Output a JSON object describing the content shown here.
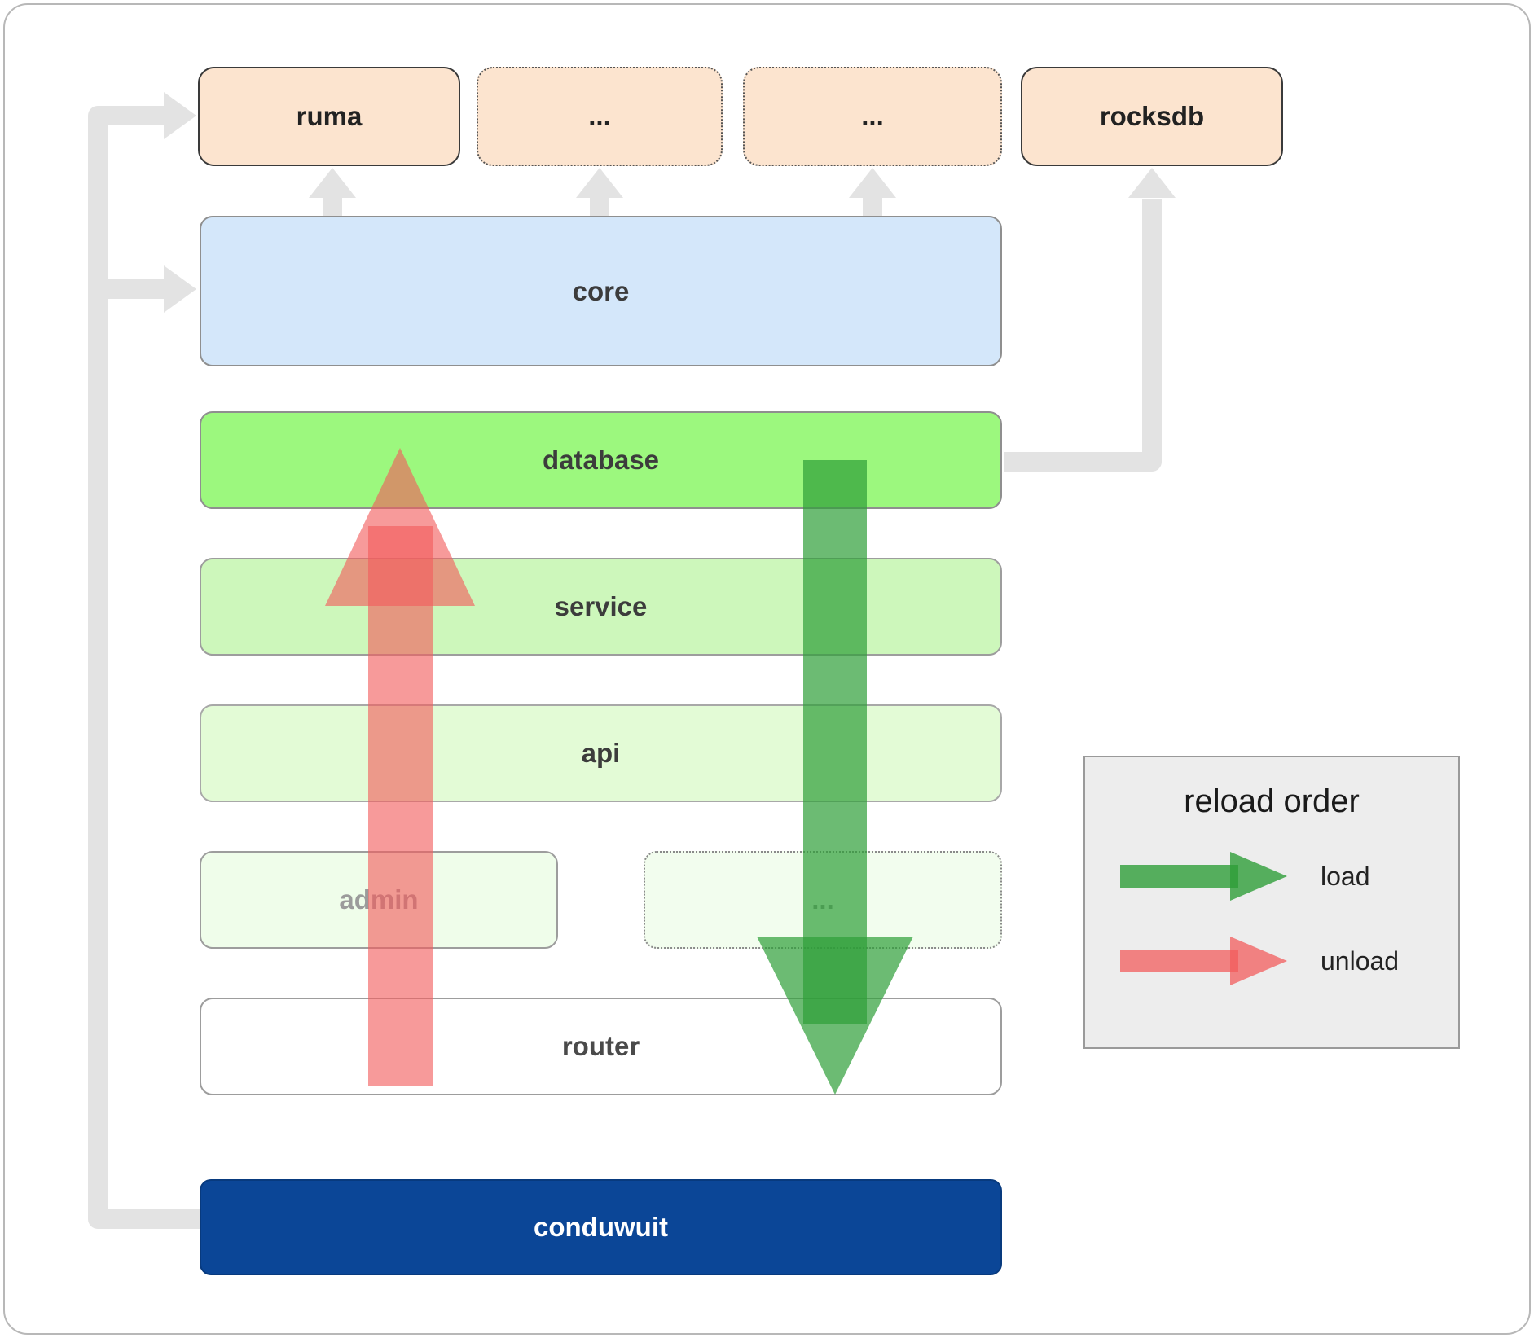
{
  "boxes": {
    "ruma": {
      "label": "ruma"
    },
    "dots_top_left": {
      "label": "..."
    },
    "dots_top_right": {
      "label": "..."
    },
    "rocksdb": {
      "label": "rocksdb"
    },
    "core": {
      "label": "core"
    },
    "database": {
      "label": "database"
    },
    "service": {
      "label": "service"
    },
    "api": {
      "label": "api"
    },
    "admin": {
      "label": "admin"
    },
    "dots_modules": {
      "label": "..."
    },
    "router": {
      "label": "router"
    },
    "conduwuit": {
      "label": "conduwuit"
    }
  },
  "legend": {
    "title": "reload order",
    "load_label": "load",
    "unload_label": "unload"
  },
  "arrows": {
    "load_color": "#2e9e38",
    "unload_color": "#f25c5c",
    "dependency_color": "#e3e3e3"
  },
  "colors": {
    "crate_peach": "#fce4cf",
    "core_blue": "#d4e7fa",
    "database_green": "#9cf87e",
    "service_green": "#cdf7bb",
    "api_green": "#e3fbd6",
    "admin_green": "#effdea",
    "conduwuit_blue": "#0b4697",
    "legend_gray": "#ededed"
  }
}
